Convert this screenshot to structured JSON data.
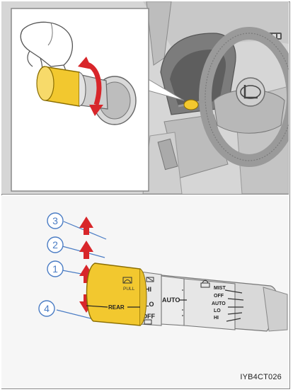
{
  "figure": {
    "code": "IYB4CT026"
  },
  "callouts": [
    {
      "number": "3"
    },
    {
      "number": "2"
    },
    {
      "number": "1"
    },
    {
      "number": "4"
    }
  ],
  "lever": {
    "knob_symbol_label": "PULL",
    "rear_label": "REAR",
    "front_positions": [
      "HI",
      "LO",
      "OFF"
    ],
    "auto_label": "AUTO",
    "rear_positions": [
      "MIST",
      "OFF",
      "AUTO",
      "LO",
      "HI"
    ]
  },
  "colors": {
    "knob_yellow": "#f2c82f",
    "arrow_red": "#d8262a",
    "callout_blue": "#4a7cc4"
  },
  "icons": [
    "hand-icon",
    "wiper-icon",
    "washer-icon",
    "steering-wheel-icon"
  ]
}
